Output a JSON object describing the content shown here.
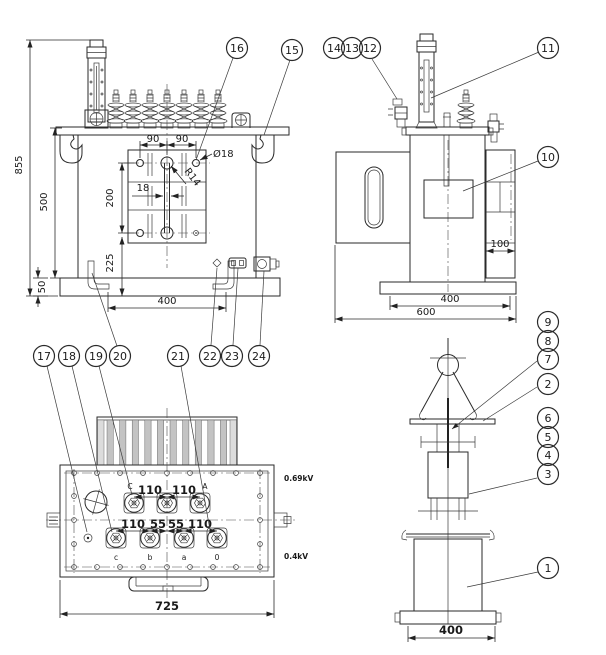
{
  "callouts": [
    "1",
    "2",
    "3",
    "4",
    "5",
    "6",
    "7",
    "8",
    "9",
    "10",
    "11",
    "12",
    "13",
    "14",
    "15",
    "16",
    "17",
    "18",
    "19",
    "20",
    "21",
    "22",
    "23",
    "24"
  ],
  "front_view": {
    "overall_height": "855",
    "tank_height": "500",
    "plate_to_base": "225",
    "base_height": "50",
    "hole_spacing_vertical": "200",
    "base_width": "400",
    "hole_spacing_left": "90",
    "hole_spacing_right": "90",
    "slot_width": "18",
    "hole_diameter": "Ø18",
    "slot_radius": "R14"
  },
  "side_view": {
    "box_depth": "100",
    "base_depth": "400",
    "overall_depth": "600"
  },
  "plan_view": {
    "hv_spacing_left": "110",
    "hv_spacing_right": "110",
    "lv_spacing_1": "110",
    "lv_spacing_2": "55",
    "lv_spacing_3": "55",
    "lv_spacing_4": "110",
    "overall_width": "725",
    "hv_voltage": "0.69kV",
    "lv_voltage": "0.4kV",
    "hv_terminal_left": "C",
    "hv_terminal_right": "A",
    "lv_terminal_1": "c",
    "lv_terminal_2": "b",
    "lv_terminal_3": "a",
    "lv_terminal_4": "0"
  },
  "detail_view": {
    "base_width": "400"
  }
}
